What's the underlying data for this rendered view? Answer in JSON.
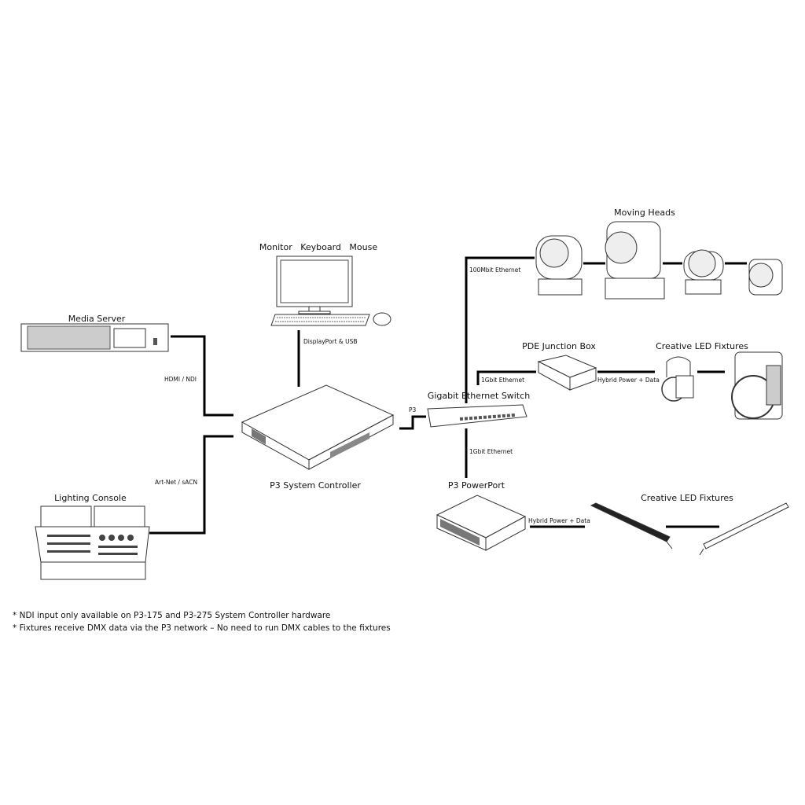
{
  "devices": {
    "media_server": "Media Server",
    "lighting_console": "Lighting Console",
    "peripherals": "Monitor   Keyboard   Mouse",
    "system_controller": "P3 System Controller",
    "switch": "Gigabit Ethernet Switch",
    "moving_heads": "Moving Heads",
    "junction_box": "PDE Junction Box",
    "led_fixtures_top": "Creative LED Fixtures",
    "powerport": "P3 PowerPort",
    "led_fixtures_bottom": "Creative LED Fixtures"
  },
  "connections": {
    "hdmi": "HDMI / NDI",
    "artnet": "Art-Net / sACN",
    "displayport": "DisplayPort & USB",
    "p3": "P3",
    "mbit100": "100Mbit Ethernet",
    "gbit_pde": "1Gbit Ethernet",
    "hybrid_top": "Hybrid Power + Data",
    "gbit_powerport": "1Gbit Ethernet",
    "hybrid_bottom": "Hybrid Power + Data"
  },
  "notes": [
    "* NDI input only available on P3-175 and P3-275 System Controller hardware",
    "* Fixtures receive DMX data via the P3 network – No need to run DMX cables to the fixtures"
  ]
}
